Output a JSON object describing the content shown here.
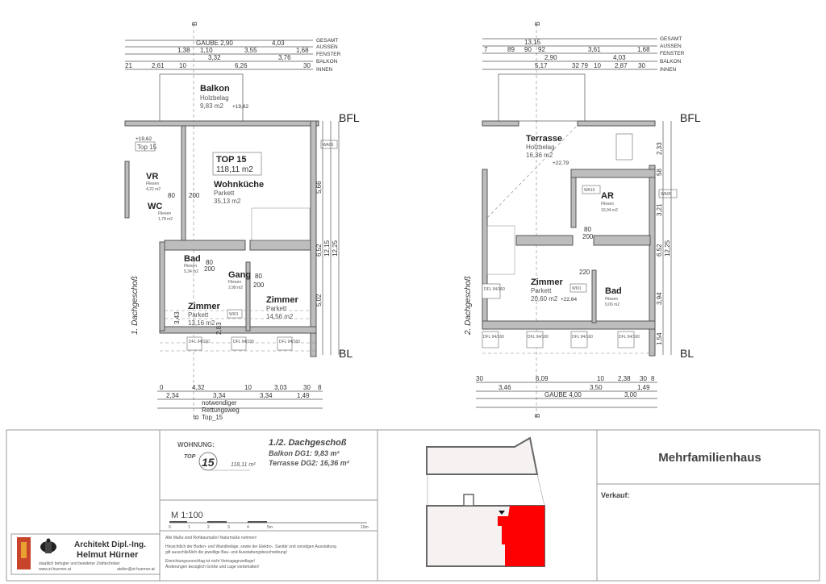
{
  "dim_labels": [
    "GESAMT",
    "AUSSEN",
    "FENSTER",
    "BALKON",
    "INNEN"
  ],
  "left_plan": {
    "floor_label": "1. Dachgeschoß",
    "top_dims": {
      "aussen": [
        "GAUBE 2,90",
        "4,03"
      ],
      "fenster": [
        "1,38",
        "1,10",
        "3,55",
        "1,68"
      ],
      "balkon": [
        "3,32",
        "3,76"
      ],
      "innen": [
        "21",
        "2,61",
        "10",
        "6,26",
        "30"
      ]
    },
    "bottom_dims": {
      "row1": [
        "0",
        "4,32",
        "10",
        "3,03",
        "30",
        "8"
      ],
      "row2": [
        "2,34",
        "3,34",
        "3,34",
        "1,49"
      ]
    },
    "escape_note": [
      "notwendiger",
      "Rettungsweg",
      "Top_15"
    ],
    "section_marker": "B",
    "bfl": "BFL",
    "bl": "BL",
    "side_dims": [
      "5,66",
      "6,52",
      "12,15",
      "12,25",
      "5,02",
      "3,43",
      "2,83"
    ],
    "window_tag": "WA06",
    "door_tag": "WI01",
    "top_tag": "Top 15",
    "level_balkon": "+19,62",
    "level_stair": "+19,62",
    "apartment_box": {
      "title": "TOP 15",
      "area": "118,11 m2"
    },
    "rooms": [
      {
        "name": "Balkon",
        "floor": "Holzbelag",
        "area": "9,83 m2"
      },
      {
        "name": "Wohnküche",
        "floor": "Parkett",
        "area": "35,13 m2"
      },
      {
        "name": "VR",
        "floor": "Fliesen",
        "area": "4,22 m2"
      },
      {
        "name": "WC",
        "floor": "Fliesen",
        "area": "1,78 m2"
      },
      {
        "name": "Bad",
        "floor": "Fliesen",
        "area": "5,34 m2"
      },
      {
        "name": "Gang",
        "floor": "Fliesen",
        "area": "2,98 m2"
      },
      {
        "name": "Zimmer",
        "floor": "Parkett",
        "area": "13,16 m2"
      },
      {
        "name": "Zimmer",
        "floor": "Parkett",
        "area": "14,56 m2"
      }
    ],
    "skylights": [
      "DFL 94/160",
      "DFL 94/160",
      "DFL 94/160"
    ],
    "door_dims": [
      "80",
      "200",
      "80",
      "200",
      "80",
      "200"
    ]
  },
  "right_plan": {
    "floor_label": "2. Dachgeschoß",
    "top_dims": {
      "aussen": [
        "13,15"
      ],
      "fenster": [
        "7",
        "89",
        "90",
        "92",
        "3,61",
        "1,68"
      ],
      "balkon": [
        "2,90",
        "4,03"
      ],
      "innen": [
        "5,17",
        "32",
        "79",
        "10",
        "2,87",
        "30"
      ]
    },
    "bottom_dims": {
      "row1": [
        "30",
        "6,09",
        "10",
        "2,38",
        "30",
        "8"
      ],
      "row2": [
        "3,46",
        "3,50",
        "1,49"
      ],
      "row3": [
        "GAUBE 4,00",
        "3,00"
      ]
    },
    "section_marker": "B",
    "bfl": "BFL",
    "bl": "BL",
    "side_dims": [
      "2,33",
      "58",
      "3,21",
      "6,52",
      "12,25",
      "3,94",
      "1,54"
    ],
    "window_tags": [
      "WA10",
      "WA06"
    ],
    "door_tag": "WI01",
    "level_terrasse": "+22,79",
    "level_zimmer": "+22,64",
    "rooms": [
      {
        "name": "Terrasse",
        "floor": "Holzbelag",
        "area": "16,36 m2"
      },
      {
        "name": "AR",
        "floor": "Fliesen",
        "area": "10,04 m2"
      },
      {
        "name": "Zimmer",
        "floor": "Parkett",
        "area": "20,60 m2"
      },
      {
        "name": "Bad",
        "floor": "Fliesen",
        "area": "9,06 m2"
      }
    ],
    "skylights": [
      "DFL 94/160",
      "DFL 94/160",
      "DFL 94/160",
      "DFL 94/160",
      "DFL 94/160"
    ],
    "door_dims": [
      "80",
      "200",
      "220"
    ]
  },
  "title_block": {
    "wohnung_label": "WOHNUNG:",
    "top_label": "TOP",
    "top_number": "15",
    "top_area": "118,11 m²",
    "floor_title": "1./2. Dachgeschoß",
    "balkon": "Balkon DG1: 9,83 m²",
    "terrasse": "Terrasse DG2: 16,36 m²",
    "scale": "M 1:100",
    "scale_ticks": [
      "0",
      "1",
      "2",
      "3",
      "4",
      "5m",
      "10m"
    ],
    "notes": [
      "Alle Maße sind Rohbaumaße! Naturmaße nehmen!",
      "Hinsichtlich der Boden- und Wandbeläge, sowie der Elektro-, Sanitär und sonstigen Ausstattung",
      "gilt ausschließlich die jeweilige Bau- und Ausstattungsbeschreibung!",
      "Einrichtungsvorschlag ist nicht Vertragsgrundlage!",
      "Änderungen bezüglich Größe und Lage vorbehalten!"
    ],
    "architect": {
      "line1": "Architekt Dipl.-Ing.",
      "line2": "Helmut Hürner",
      "line3": "staatlich befugter und beeideter Ziviltechniker",
      "web": "www.zt-huerner.at",
      "email": "atelier@zt-huerner.at"
    },
    "project": "Mehrfamilienhaus",
    "verkauf_label": "Verkauf:",
    "highlight_color": "#ff0000"
  }
}
